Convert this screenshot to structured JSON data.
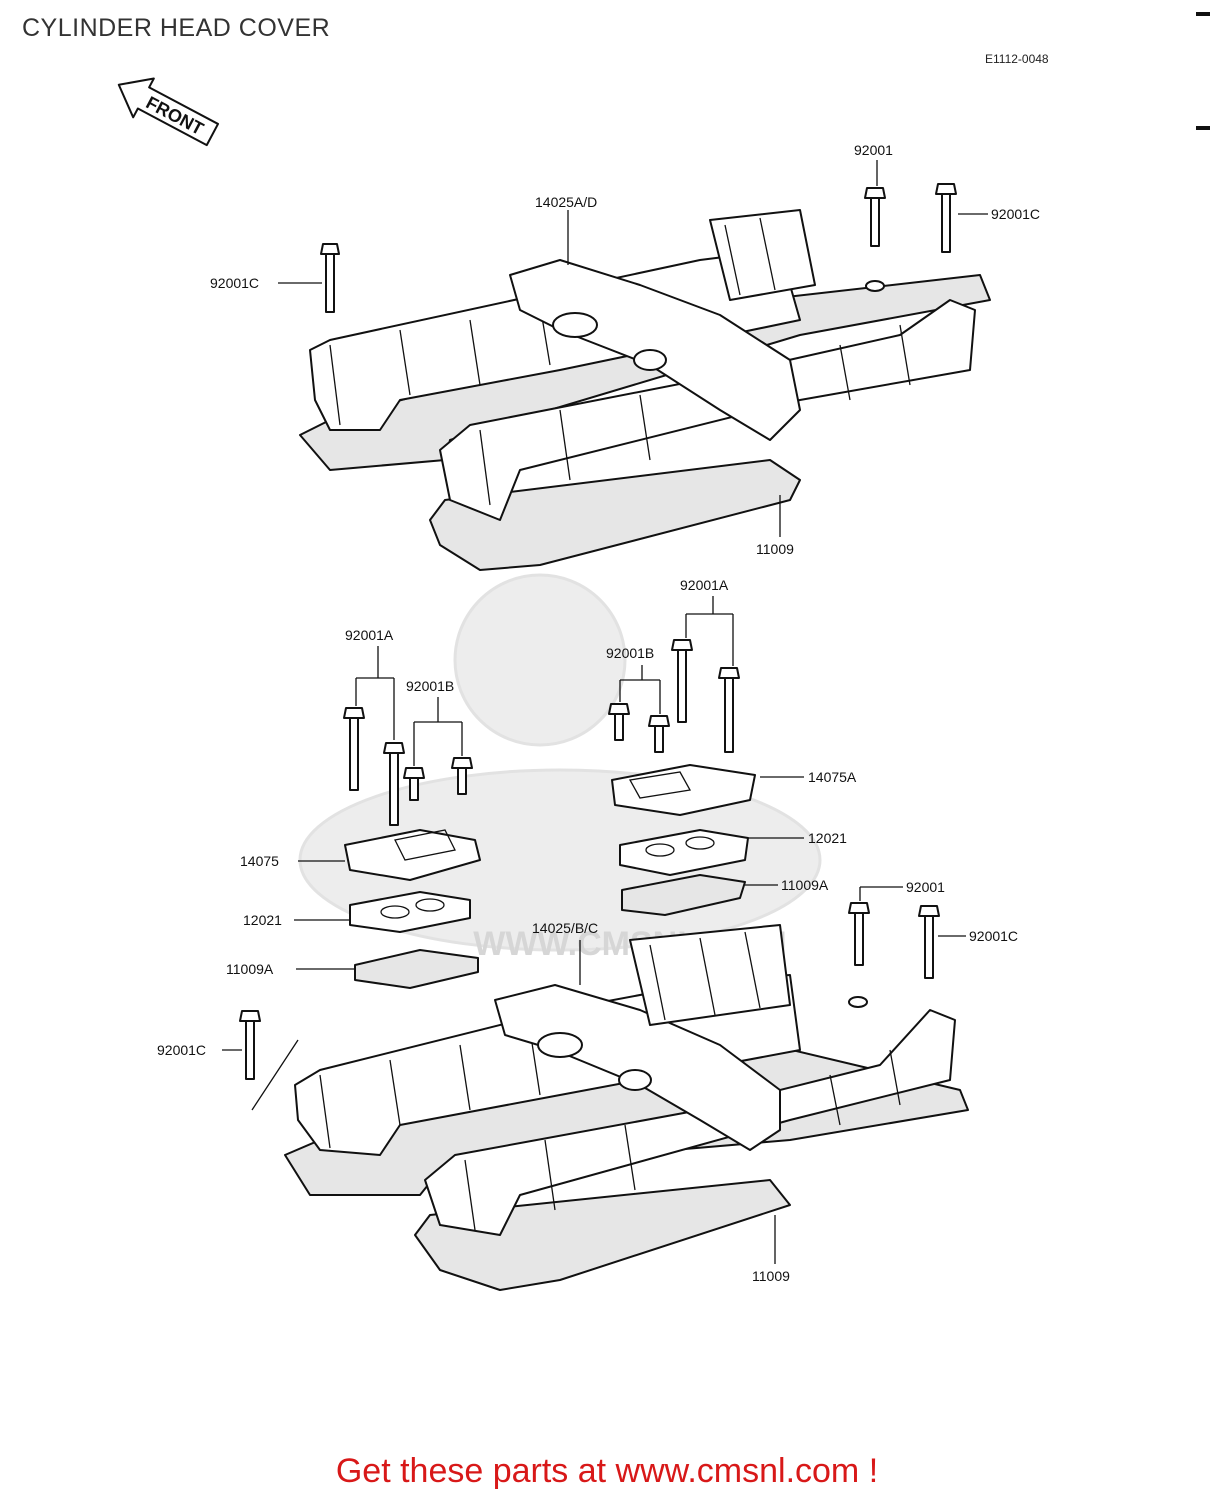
{
  "title": "CYLINDER HEAD COVER",
  "reference_code": "E1112-0048",
  "front_arrow_label": "FRONT",
  "watermark_text": "WWW.CMSNL.COM",
  "promo_text": "Get these parts at www.cmsnl.com !",
  "callouts": {
    "c1": "14025A/D",
    "c2": "92001",
    "c3": "92001C",
    "c4": "92001C",
    "c5": "11009",
    "c6": "92001A",
    "c7": "92001A",
    "c8": "92001B",
    "c9": "92001B",
    "c10": "14075A",
    "c11": "12021",
    "c12": "11009A",
    "c13": "14075",
    "c14": "12021",
    "c15": "11009A",
    "c16": "14025/B/C",
    "c17": "92001",
    "c18": "92001C",
    "c19": "92001C",
    "c20": "11009"
  }
}
